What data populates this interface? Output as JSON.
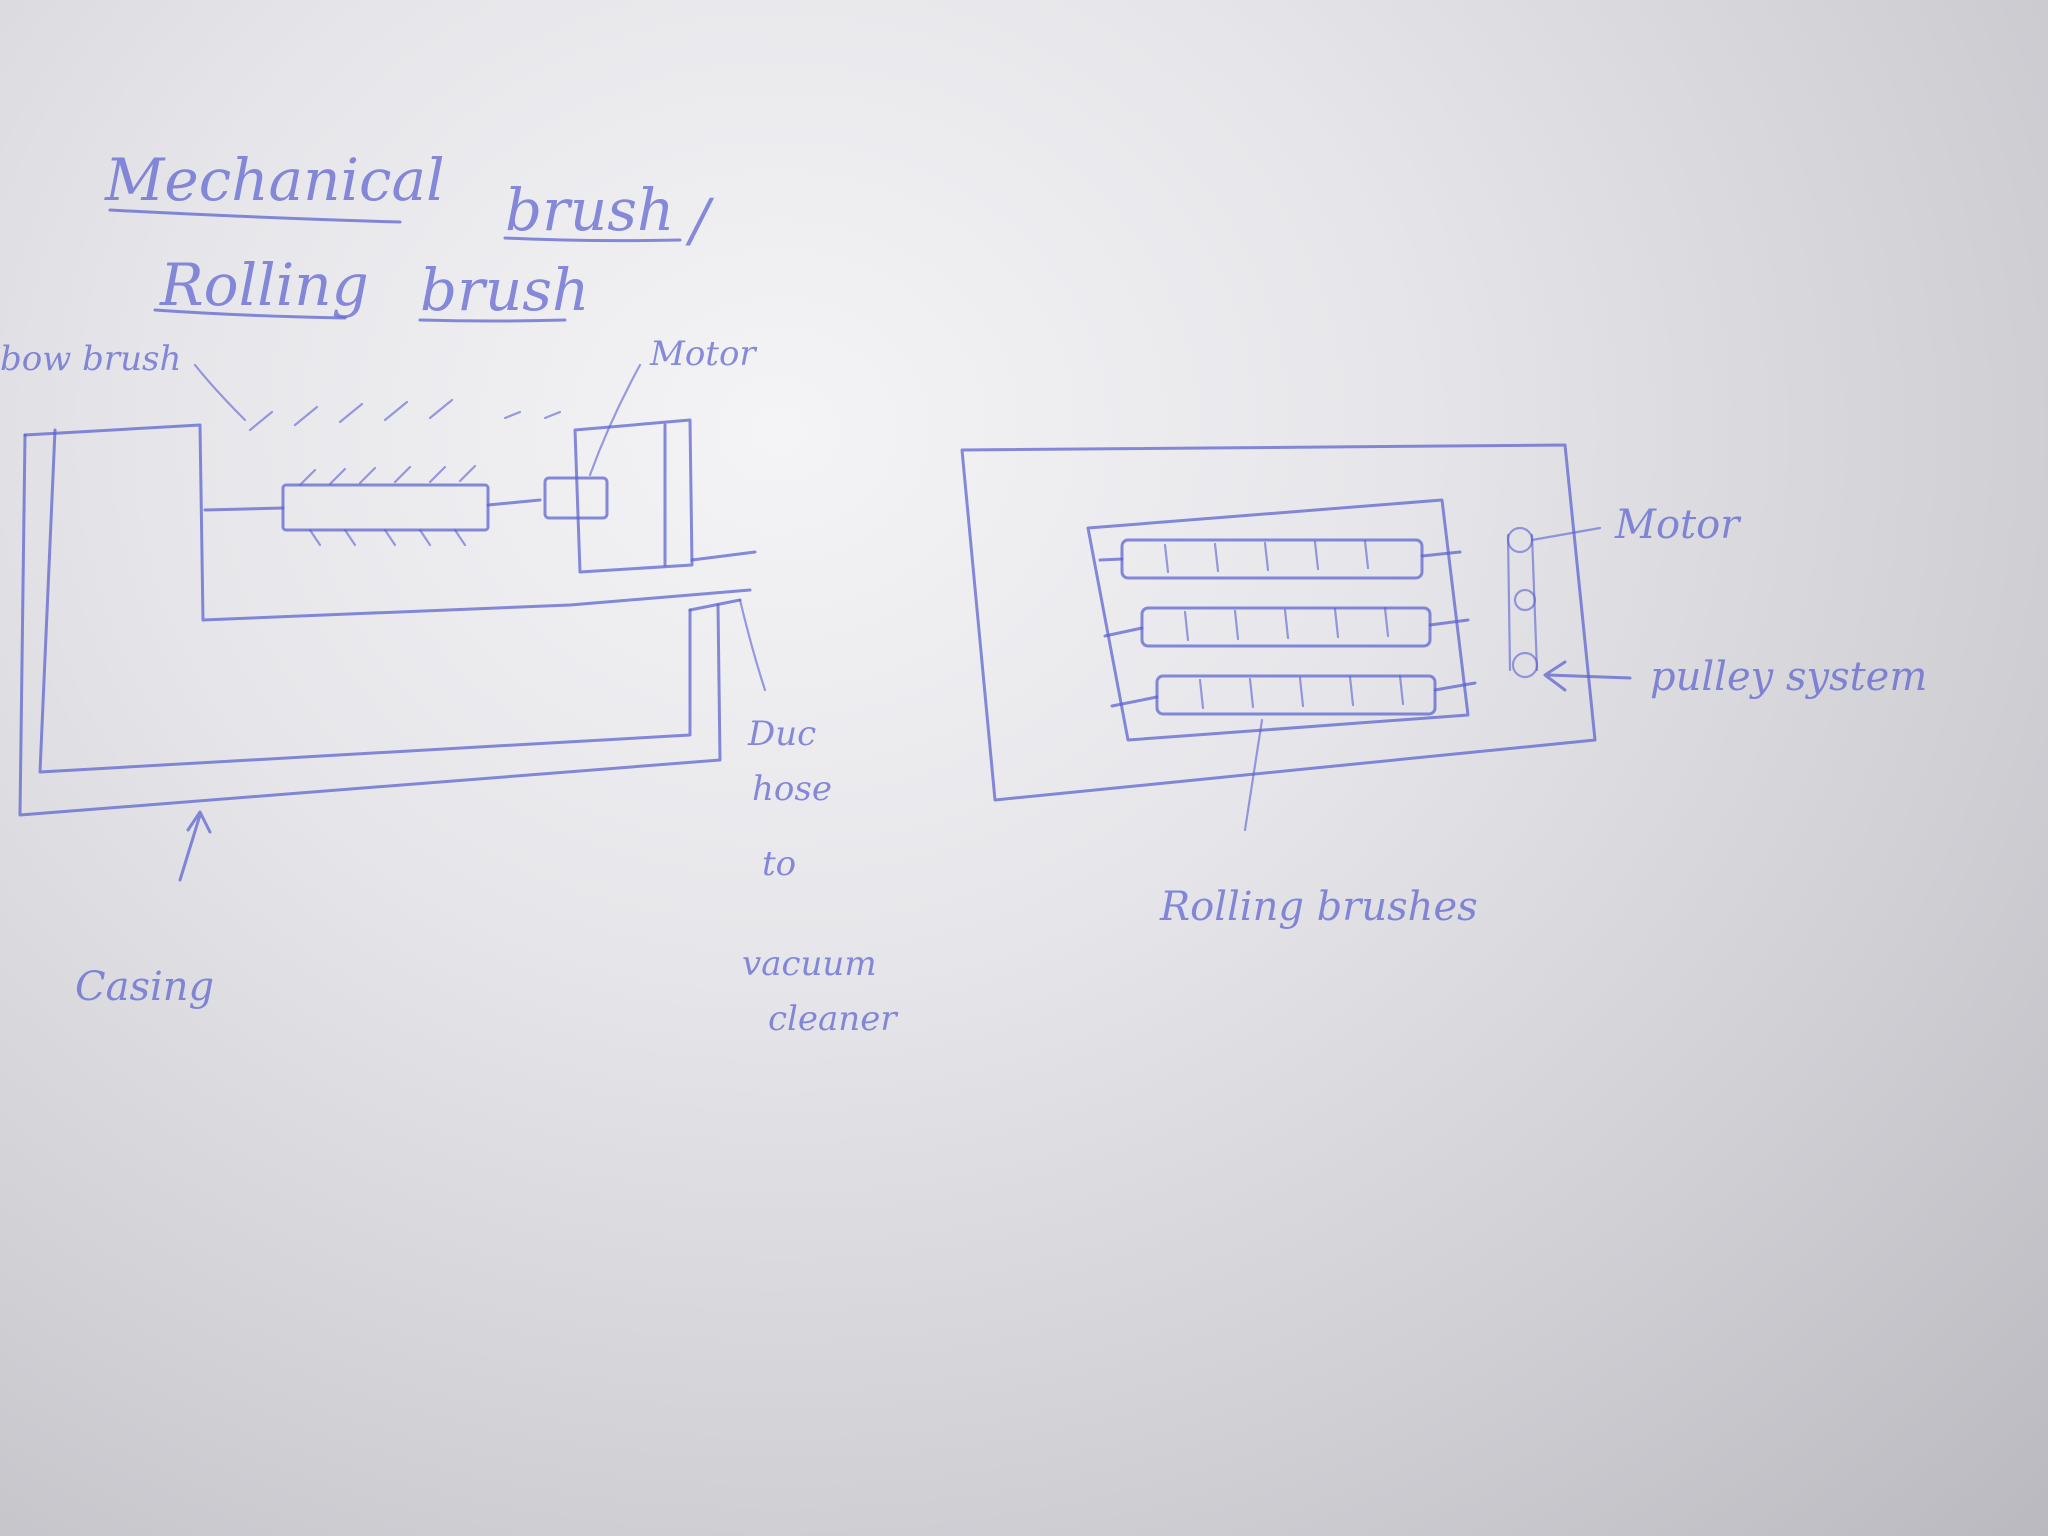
{
  "title": {
    "line1_word1": "Mechanical",
    "line1_word2": "brush",
    "line1_slash": "/",
    "line2_word1": "Rolling",
    "line2_word2": "brush"
  },
  "left_diagram": {
    "label_brush": "bow brush",
    "label_motor": "Motor",
    "label_casing": "Casing",
    "label_duct": [
      "Duc",
      "hose",
      "to",
      "vacuum",
      "cleaner"
    ]
  },
  "right_diagram": {
    "label_motor": "Motor",
    "label_pulley": "pulley system",
    "label_brushes": "Rolling brushes"
  }
}
